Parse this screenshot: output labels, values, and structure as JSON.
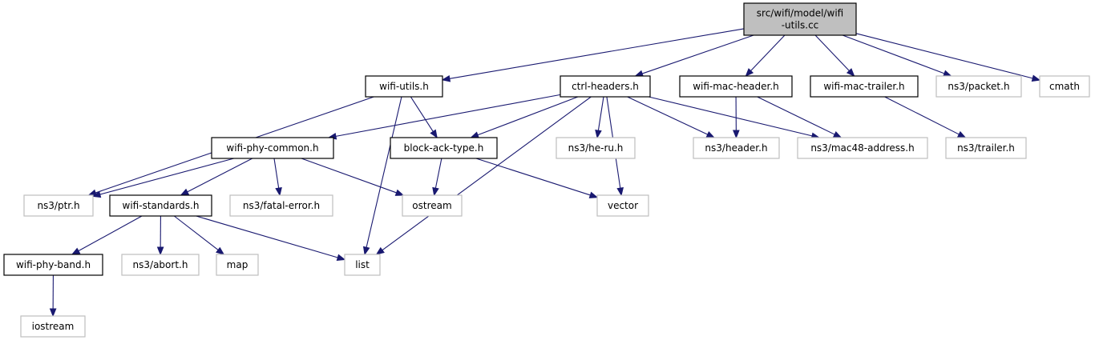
{
  "nodes": {
    "root": "src/wifi/model/wifi\n-utils.cc",
    "wifi_utils_h": "wifi-utils.h",
    "ctrl_headers_h": "ctrl-headers.h",
    "wifi_mac_header_h": "wifi-mac-header.h",
    "wifi_mac_trailer_h": "wifi-mac-trailer.h",
    "ns3_packet_h": "ns3/packet.h",
    "cmath": "cmath",
    "wifi_phy_common_h": "wifi-phy-common.h",
    "block_ack_type_h": "block-ack-type.h",
    "ns3_he_ru_h": "ns3/he-ru.h",
    "ns3_header_h": "ns3/header.h",
    "ns3_mac48_address_h": "ns3/mac48-address.h",
    "ns3_trailer_h": "ns3/trailer.h",
    "ns3_ptr_h": "ns3/ptr.h",
    "wifi_standards_h": "wifi-standards.h",
    "ns3_fatal_error_h": "ns3/fatal-error.h",
    "ostream": "ostream",
    "vector": "vector",
    "wifi_phy_band_h": "wifi-phy-band.h",
    "ns3_abort_h": "ns3/abort.h",
    "map": "map",
    "list": "list",
    "iostream": "iostream"
  },
  "edges": [
    [
      "root",
      "wifi_utils_h"
    ],
    [
      "root",
      "ctrl_headers_h"
    ],
    [
      "root",
      "wifi_mac_header_h"
    ],
    [
      "root",
      "wifi_mac_trailer_h"
    ],
    [
      "root",
      "ns3_packet_h"
    ],
    [
      "root",
      "cmath"
    ],
    [
      "wifi_utils_h",
      "ns3_ptr_h"
    ],
    [
      "wifi_utils_h",
      "block_ack_type_h"
    ],
    [
      "wifi_utils_h",
      "list"
    ],
    [
      "ctrl_headers_h",
      "wifi_phy_common_h"
    ],
    [
      "ctrl_headers_h",
      "block_ack_type_h"
    ],
    [
      "ctrl_headers_h",
      "ns3_he_ru_h"
    ],
    [
      "ctrl_headers_h",
      "ns3_header_h"
    ],
    [
      "ctrl_headers_h",
      "ns3_mac48_address_h"
    ],
    [
      "ctrl_headers_h",
      "vector"
    ],
    [
      "ctrl_headers_h",
      "list"
    ],
    [
      "wifi_mac_header_h",
      "ns3_header_h"
    ],
    [
      "wifi_mac_header_h",
      "ns3_mac48_address_h"
    ],
    [
      "wifi_mac_trailer_h",
      "ns3_trailer_h"
    ],
    [
      "wifi_phy_common_h",
      "ns3_ptr_h"
    ],
    [
      "wifi_phy_common_h",
      "wifi_standards_h"
    ],
    [
      "wifi_phy_common_h",
      "ns3_fatal_error_h"
    ],
    [
      "wifi_phy_common_h",
      "ostream"
    ],
    [
      "block_ack_type_h",
      "ostream"
    ],
    [
      "block_ack_type_h",
      "vector"
    ],
    [
      "wifi_standards_h",
      "wifi_phy_band_h"
    ],
    [
      "wifi_standards_h",
      "ns3_abort_h"
    ],
    [
      "wifi_standards_h",
      "map"
    ],
    [
      "wifi_standards_h",
      "list"
    ],
    [
      "wifi_phy_band_h",
      "iostream"
    ]
  ],
  "colors": {
    "edge": "#191970",
    "root_fill": "#bfbfbf",
    "internal_border": "#000000",
    "external_border": "#bfbfbf"
  }
}
